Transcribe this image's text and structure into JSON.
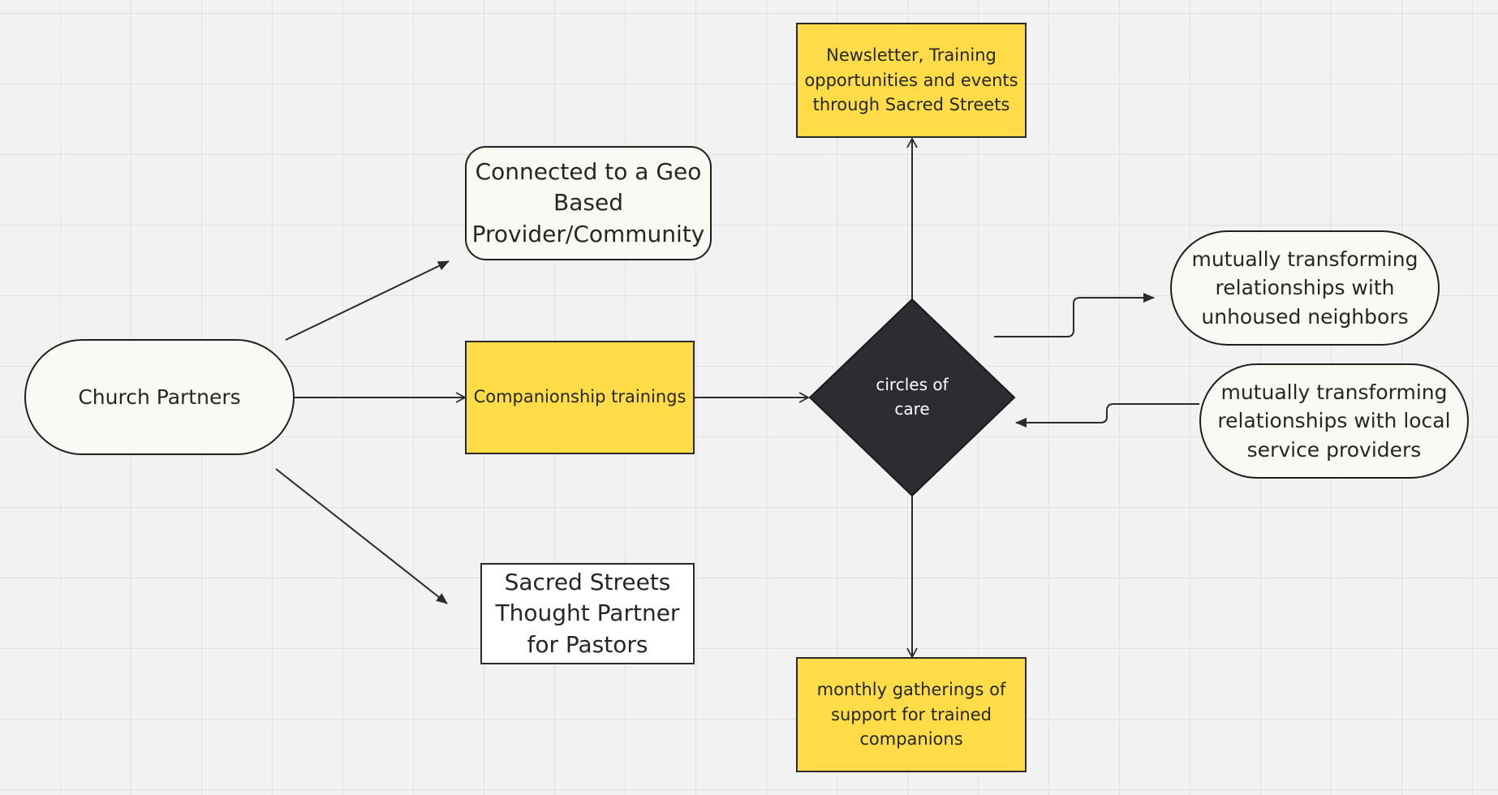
{
  "nodes": {
    "church_partners": {
      "label": "Church Partners"
    },
    "geo_provider": {
      "lines": [
        "Connected to a Geo",
        "Based",
        "Provider/Community"
      ]
    },
    "companionship": {
      "label": "Companionship trainings"
    },
    "thought_partner": {
      "lines": [
        "Sacred Streets",
        "Thought Partner",
        "for Pastors"
      ]
    },
    "circles_of_care": {
      "lines": [
        "circles of",
        "care"
      ]
    },
    "newsletter": {
      "lines": [
        "Newsletter, Training",
        "opportunities and events",
        "through Sacred Streets"
      ]
    },
    "monthly_gatherings": {
      "lines": [
        "monthly gatherings of",
        "support for trained",
        "companions"
      ]
    },
    "unhoused": {
      "lines": [
        "mutually transforming",
        "relationships with",
        "unhoused neighbors"
      ]
    },
    "service_providers": {
      "lines": [
        "mutually transforming",
        "relationships with local",
        "service providers"
      ]
    }
  },
  "colors": {
    "highlight_fill": "#ffdc48",
    "decision_fill": "#2b2d32",
    "pill_fill": "#fbf9f4",
    "connector": "#2b2b2b"
  },
  "edges": [
    {
      "from": "church_partners",
      "to": "geo_provider"
    },
    {
      "from": "church_partners",
      "to": "companionship"
    },
    {
      "from": "church_partners",
      "to": "thought_partner"
    },
    {
      "from": "companionship",
      "to": "circles_of_care"
    },
    {
      "from": "circles_of_care",
      "to": "newsletter"
    },
    {
      "from": "circles_of_care",
      "to": "monthly_gatherings"
    },
    {
      "from": "circles_of_care",
      "to": "unhoused"
    },
    {
      "from": "service_providers",
      "to": "circles_of_care"
    }
  ]
}
